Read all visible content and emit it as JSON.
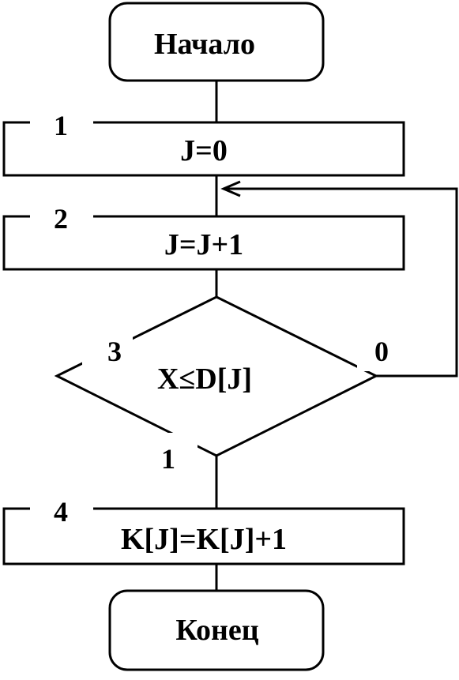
{
  "start": {
    "label": "Начало"
  },
  "end": {
    "label": "Конец"
  },
  "blocks": [
    {
      "number": "1",
      "label": "J=0"
    },
    {
      "number": "2",
      "label": "J=J+1"
    },
    {
      "number": "3",
      "label": "X≤D[J]"
    },
    {
      "number": "4",
      "label": "K[J]=K[J]+1"
    }
  ],
  "branches": {
    "yes": "1",
    "no": "0"
  }
}
